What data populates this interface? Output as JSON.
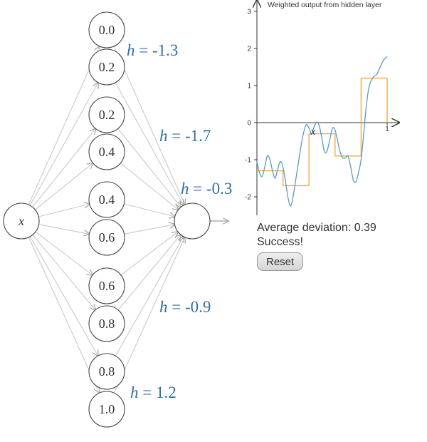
{
  "network": {
    "input_label": "x",
    "hidden_neurons": [
      "0.0",
      "0.2",
      "0.2",
      "0.4",
      "0.4",
      "0.6",
      "0.6",
      "0.8",
      "0.8",
      "1.0"
    ],
    "h_values": [
      {
        "symbol": "h",
        "eq": " = ",
        "value": "-1.3"
      },
      {
        "symbol": "h",
        "eq": " = ",
        "value": "-1.7"
      },
      {
        "symbol": "h",
        "eq": " = ",
        "value": "-0.3"
      },
      {
        "symbol": "h",
        "eq": " = ",
        "value": "-0.9"
      },
      {
        "symbol": "h",
        "eq": " = ",
        "value": "1.2"
      }
    ],
    "colors": {
      "edge": "#c4c4c4",
      "node_stroke": "#444444",
      "h_label": "#2f6fa5"
    }
  },
  "chart_data": {
    "type": "line",
    "title": "Weighted output from hidden layer",
    "xlabel": "x",
    "ylabel": "",
    "xlim": [
      0,
      1
    ],
    "ylim": [
      -2.5,
      3.2
    ],
    "x_ticks": [
      {
        "value": 1,
        "label": "1"
      }
    ],
    "y_ticks": [
      {
        "value": 3,
        "label": "3"
      },
      {
        "value": 2,
        "label": "2"
      },
      {
        "value": 1,
        "label": "1"
      },
      {
        "value": 0,
        "label": "0"
      },
      {
        "value": -1,
        "label": "-1"
      },
      {
        "value": -2,
        "label": "-2"
      }
    ],
    "step_series": {
      "name": "",
      "color": "#f2a93b",
      "segments": [
        {
          "x0": 0.0,
          "x1": 0.2,
          "y": -1.3
        },
        {
          "x0": 0.2,
          "x1": 0.4,
          "y": -1.7
        },
        {
          "x0": 0.4,
          "x1": 0.6,
          "y": -0.3
        },
        {
          "x0": 0.6,
          "x1": 0.8,
          "y": -0.9
        },
        {
          "x0": 0.8,
          "x1": 1.0,
          "y": 1.2
        }
      ]
    },
    "curve_series": {
      "name": "",
      "color": "#5b9bc8",
      "x": [
        0.0,
        0.02,
        0.04,
        0.06,
        0.08,
        0.1,
        0.12,
        0.14,
        0.16,
        0.18,
        0.2,
        0.22,
        0.24,
        0.26,
        0.28,
        0.3,
        0.32,
        0.34,
        0.36,
        0.38,
        0.4,
        0.42,
        0.44,
        0.46,
        0.48,
        0.5,
        0.52,
        0.54,
        0.56,
        0.58,
        0.6,
        0.62,
        0.64,
        0.66,
        0.68,
        0.7,
        0.72,
        0.74,
        0.76,
        0.78,
        0.8,
        0.82,
        0.84,
        0.86,
        0.88,
        0.9,
        0.92,
        0.94,
        0.96,
        0.98,
        1.0
      ],
      "y": [
        -1.05,
        -1.35,
        -1.45,
        -1.2,
        -0.9,
        -1.0,
        -1.3,
        -1.5,
        -1.25,
        -1.05,
        -1.2,
        -1.6,
        -2.05,
        -2.25,
        -1.95,
        -1.5,
        -1.05,
        -0.6,
        -0.25,
        -0.05,
        -0.15,
        -0.3,
        -0.1,
        0.02,
        -0.1,
        -0.45,
        -0.8,
        -0.75,
        -0.45,
        -0.15,
        -0.2,
        -0.5,
        -0.8,
        -0.95,
        -0.95,
        -0.9,
        -1.2,
        -1.55,
        -1.6,
        -1.35,
        -1.0,
        -0.3,
        0.45,
        0.95,
        1.15,
        1.25,
        1.3,
        1.45,
        1.6,
        1.72,
        1.78
      ]
    }
  },
  "status": {
    "deviation_label": "Average deviation: ",
    "deviation_value": "0.39",
    "result": "Success!",
    "reset_label": "Reset"
  }
}
